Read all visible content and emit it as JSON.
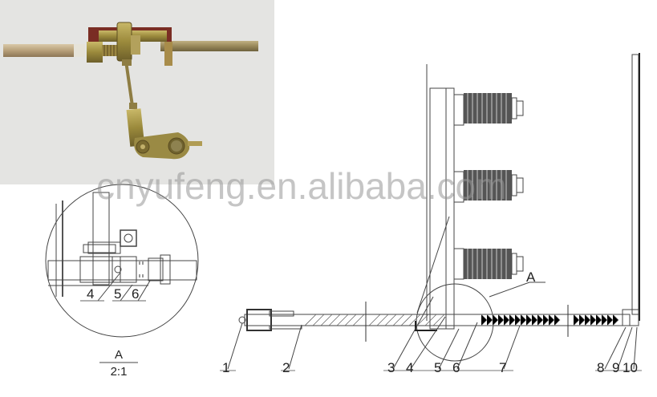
{
  "photo": {
    "description": "product-photo-operating-mechanism",
    "background": "#e4e4e2"
  },
  "detail_view": {
    "label": "A",
    "scale": "2:1",
    "callouts": [
      "4",
      "5",
      "6"
    ]
  },
  "main_drawing": {
    "section_marker": "A",
    "callouts": [
      "1",
      "2",
      "3",
      "4",
      "5",
      "6",
      "7",
      "8",
      "9",
      "10"
    ]
  },
  "watermark": "cnyufeng.en.alibaba.com"
}
